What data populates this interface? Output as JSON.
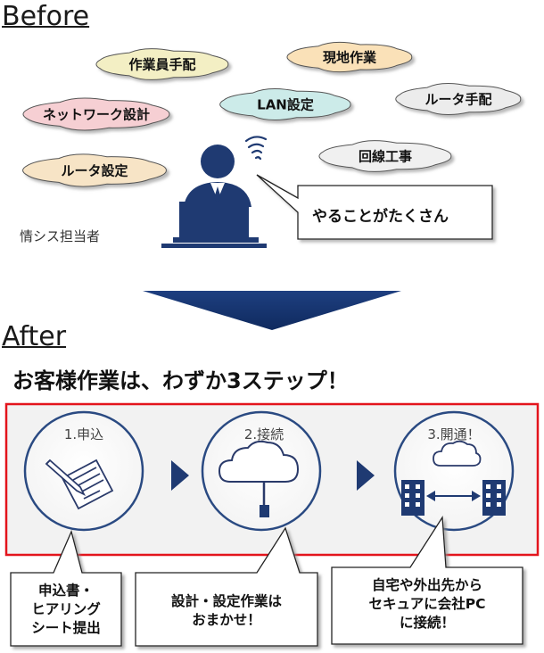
{
  "before": {
    "heading": "Before",
    "clouds": [
      {
        "id": "staffing",
        "label": "作業員手配",
        "color": "#f3efc4"
      },
      {
        "id": "site-work",
        "label": "現地作業",
        "color": "#fae1b8"
      },
      {
        "id": "lan",
        "label": "LAN設定",
        "color": "#ccebe9"
      },
      {
        "id": "router-arrange",
        "label": "ルータ手配",
        "color": "#ececec"
      },
      {
        "id": "network-design",
        "label": "ネットワーク設計",
        "color": "#f6cfd3"
      },
      {
        "id": "router-config",
        "label": "ルータ設定",
        "color": "#f7e4c6"
      },
      {
        "id": "line-work",
        "label": "回線工事",
        "color": "#f0f0f0"
      }
    ],
    "staff_label": "情シス担当者",
    "speech": "やることがたくさん"
  },
  "after": {
    "heading": "After",
    "headline": "お客様作業は、わずか3ステップ！",
    "steps": [
      {
        "title": "1.申込",
        "icon": "document-pen-icon"
      },
      {
        "title": "2.接続",
        "icon": "cloud-connect-icon"
      },
      {
        "title": "3.開通！",
        "icon": "buildings-link-icon"
      }
    ],
    "callouts": [
      {
        "lines": [
          "申込書・",
          "ヒアリング",
          "シート提出"
        ]
      },
      {
        "lines": [
          "設計・設定作業は",
          "おまかせ！"
        ]
      },
      {
        "lines": [
          "自宅や外出先から",
          "セキュアに会社PC",
          "に接続！"
        ]
      }
    ]
  },
  "colors": {
    "navy": "#1f3a72",
    "frame_red": "#e3141c",
    "step_bg": "#f2f2f2",
    "circle_stroke": "#2a4a82"
  }
}
